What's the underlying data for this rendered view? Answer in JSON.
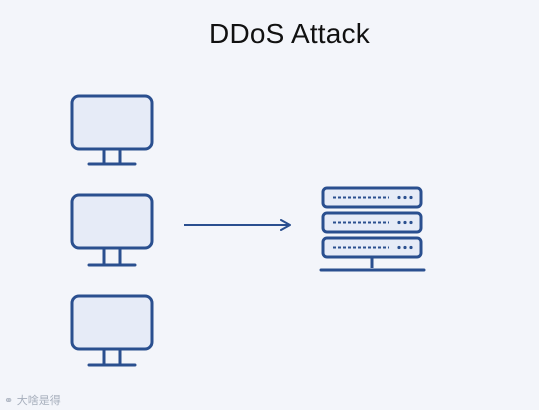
{
  "diagram": {
    "title": "DDoS Attack",
    "nodes": [
      {
        "id": "client-1",
        "type": "monitor-icon"
      },
      {
        "id": "client-2",
        "type": "monitor-icon"
      },
      {
        "id": "client-3",
        "type": "monitor-icon"
      },
      {
        "id": "server",
        "type": "server-rack-icon"
      }
    ],
    "edges": [
      {
        "from": "client-2",
        "to": "server",
        "style": "arrow"
      }
    ]
  },
  "watermark": "⚭ 大啥是得",
  "colors": {
    "background": "#f3f5fa",
    "stroke": "#2a4f8f",
    "fill": "#e6ebf7",
    "title": "#111111"
  }
}
